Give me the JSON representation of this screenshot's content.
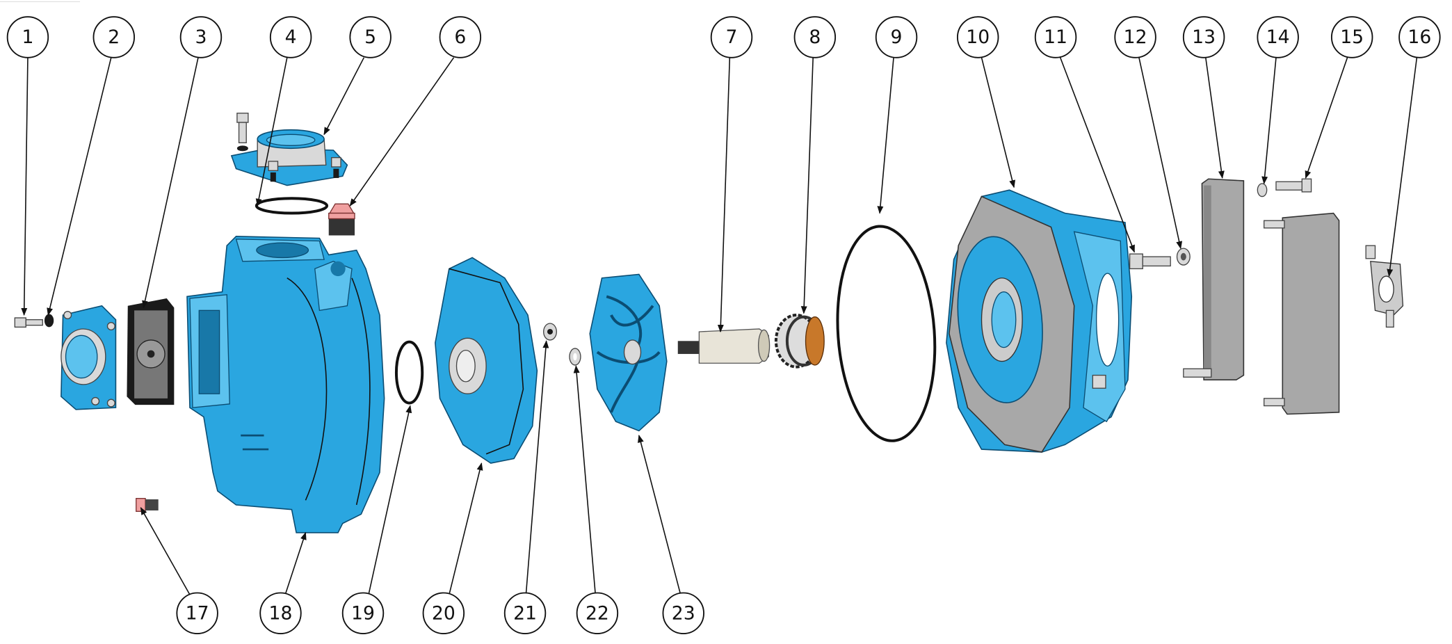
{
  "title": "Pump exploded view parts diagram",
  "balloons": [
    "1",
    "2",
    "3",
    "4",
    "5",
    "6",
    "7",
    "8",
    "9",
    "10",
    "11",
    "12",
    "13",
    "14",
    "15",
    "16",
    "17",
    "18",
    "19",
    "20",
    "21",
    "22",
    "23"
  ],
  "colors": {
    "part_body": "#2aa6e0",
    "part_outline": "#0b4d73",
    "gasket": "#1a1a1a",
    "plate": "#a8a8a8",
    "plug": "#f0a0a0"
  }
}
